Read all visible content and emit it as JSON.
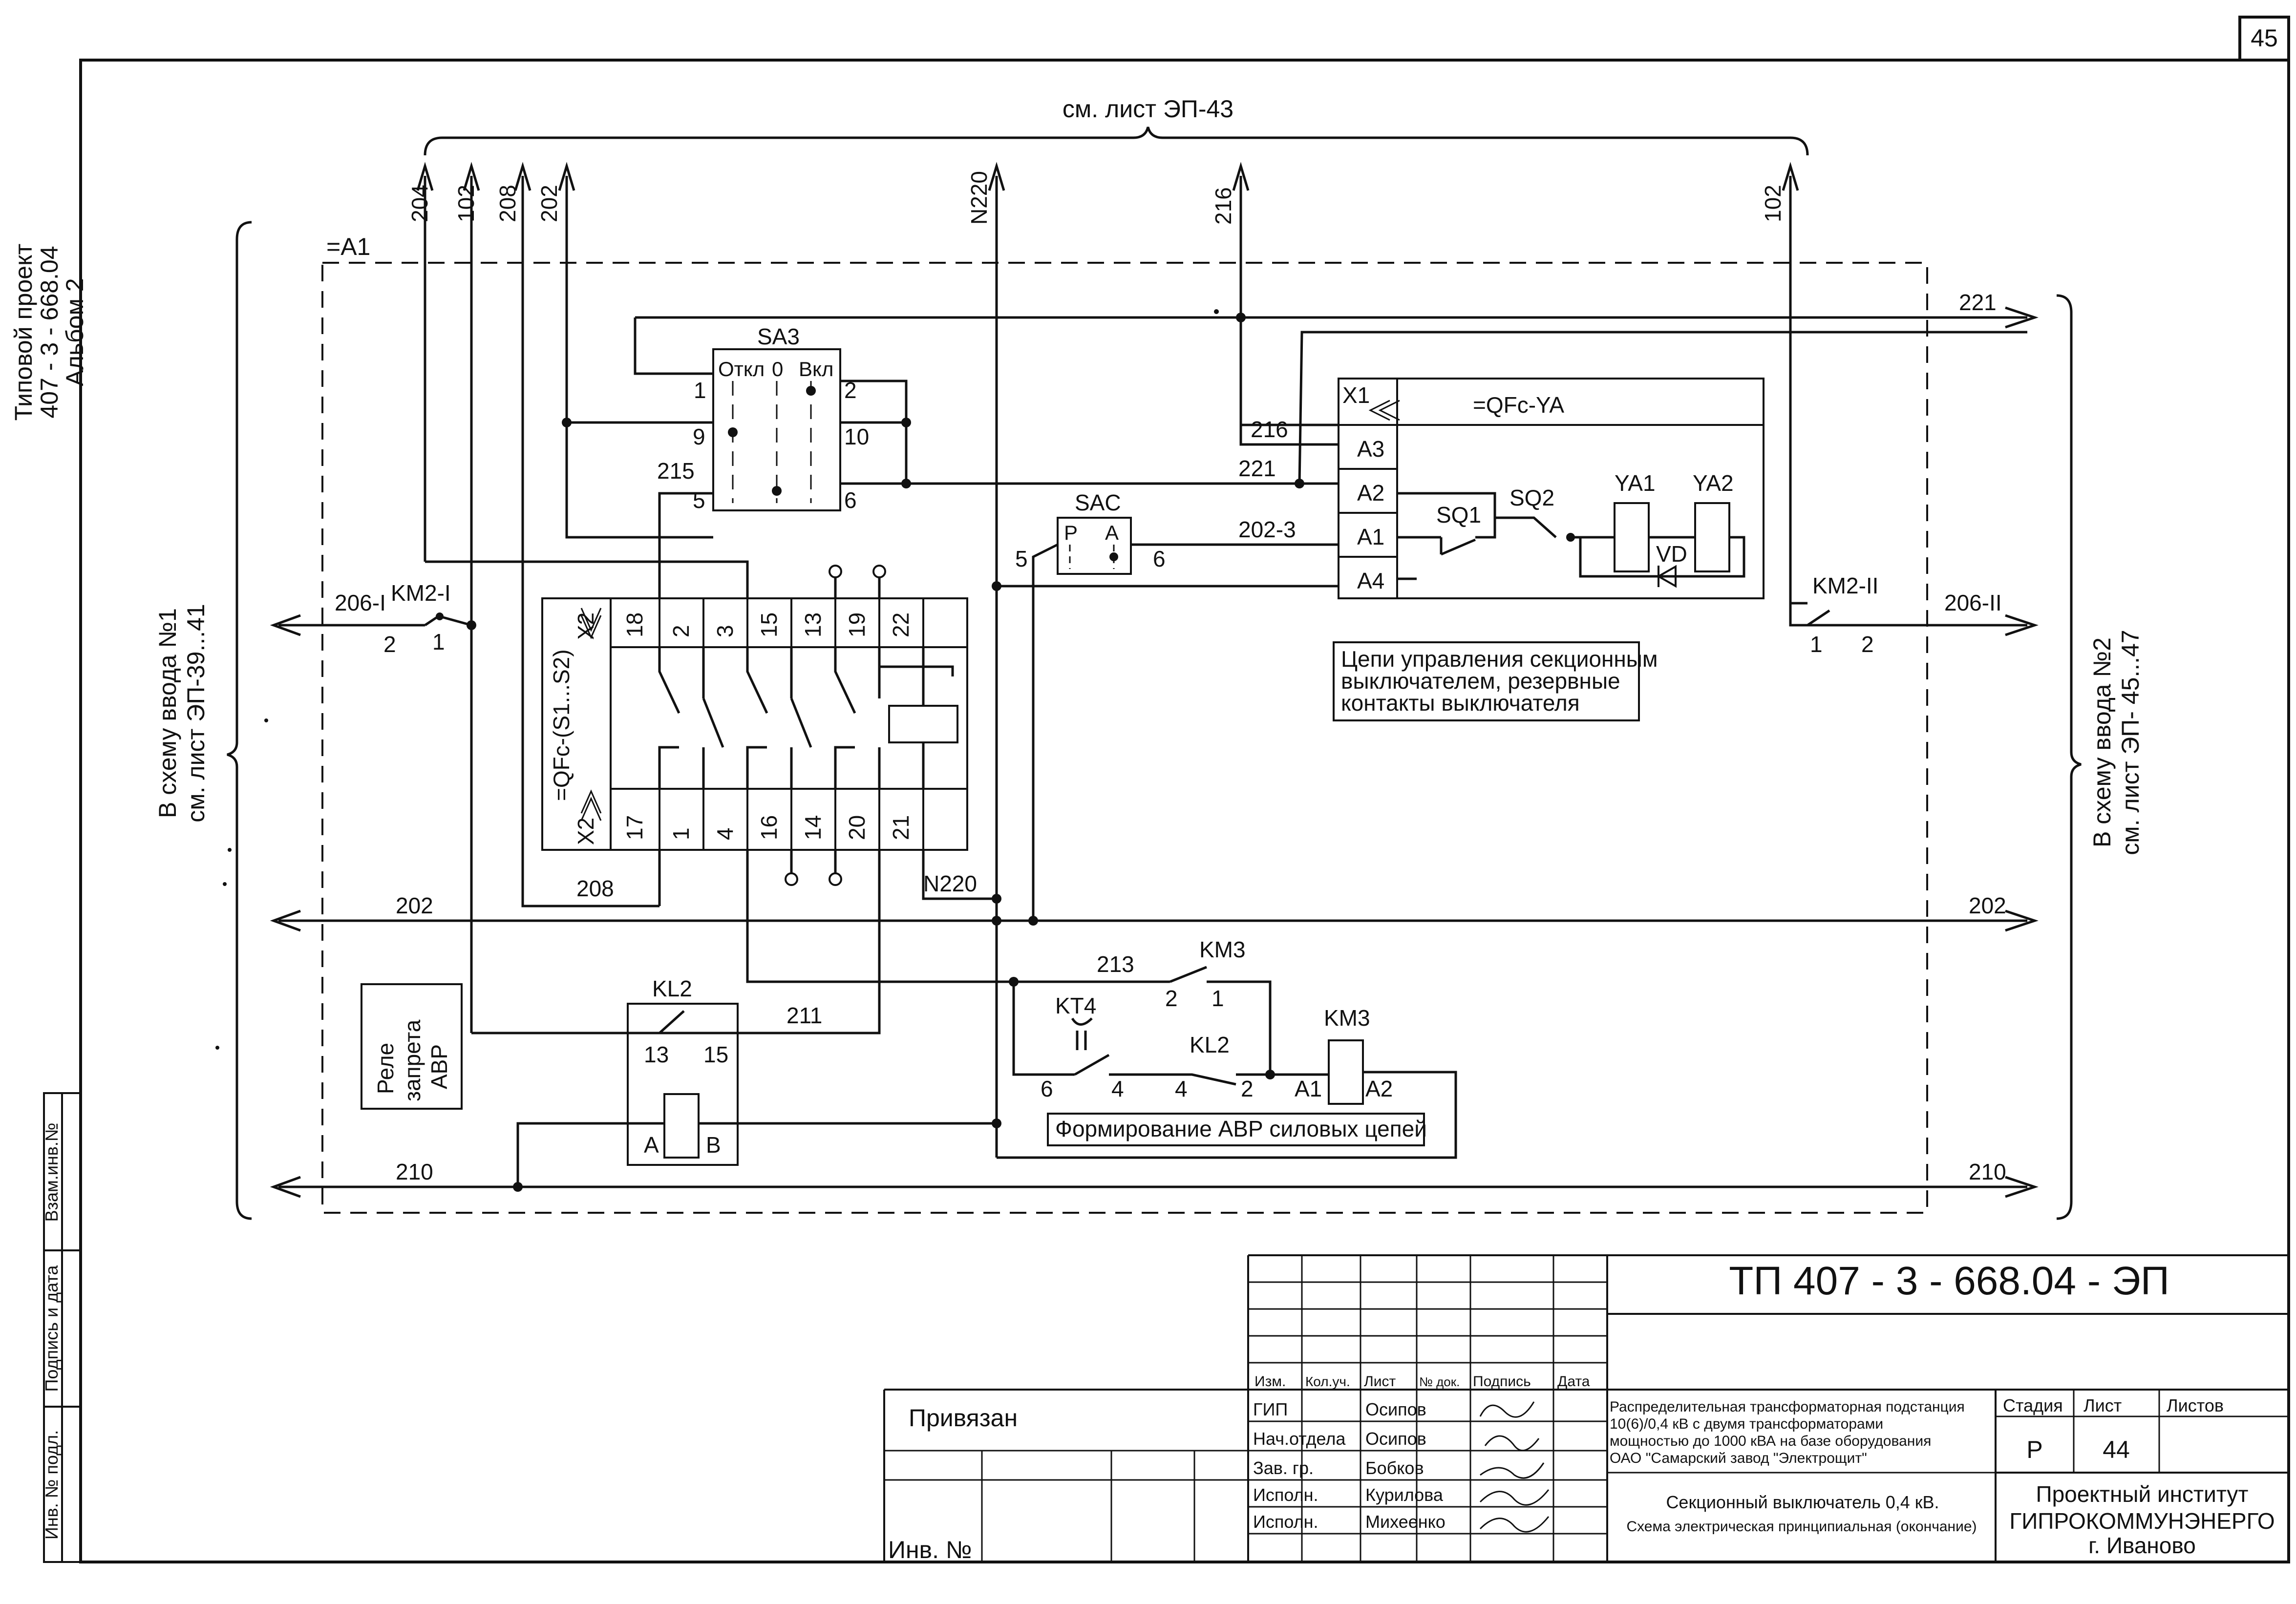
{
  "sheet": {
    "page_number": "45",
    "designation": "ТП  407 - 3 - 668.04 - ЭП",
    "left_stamp": [
      "Типовой проект",
      "407 - 3 - 668.04",
      "Альбом 2"
    ],
    "left_strip": [
      "Взам.инв.№",
      "Подпись и дата",
      "Инв. № подл."
    ]
  },
  "diagram": {
    "top_ref": "см. лист ЭП-43",
    "group_label": "=A1",
    "left_side_ref": [
      "В схему ввода №1",
      "см. лист ЭП-39...41"
    ],
    "right_side_ref": [
      "В схему ввода №2",
      "см. лист ЭП- 45...47"
    ],
    "top_wires": [
      "204",
      "102",
      "208",
      "202",
      "N220",
      "216",
      "102"
    ],
    "sa3": {
      "name": "SA3",
      "pos_off": "Откл",
      "pos_zero": "0",
      "pos_on": "Вкл",
      "pins": [
        "1",
        "9",
        "5",
        "2",
        "10",
        "6"
      ]
    },
    "wire_labels": {
      "w215": "215",
      "w216": "216",
      "w221": "221",
      "w202_3": "202-3",
      "w221_out": "221",
      "w206_1": "206-I",
      "w206_2": "206-II",
      "w202_left": "202",
      "w202_right": "202",
      "w208": "208",
      "wN220": "N220",
      "w213": "213",
      "w211": "211",
      "w210_left": "210",
      "w210_right": "210"
    },
    "sac": {
      "name": "SAC",
      "p": "P",
      "a": "A",
      "pin_left": "5",
      "pin_right": "6"
    },
    "yablock": {
      "name": "=QFc-YA",
      "connector": "X1",
      "pins": [
        "A3",
        "A2",
        "A1",
        "A4"
      ],
      "sq1": "SQ1",
      "sq2": "SQ2",
      "ya1": "YA1",
      "ya2": "YA2",
      "vd": "VD"
    },
    "yablock_note": [
      "Цепи управления секционным",
      "выключателем, резервные",
      "контакты выключателя"
    ],
    "km2_1": {
      "name": "KM2-I",
      "pin_a": "2",
      "pin_b": "1"
    },
    "km2_2": {
      "name": "KM2-II",
      "pin_a": "1",
      "pin_b": "2"
    },
    "aux": {
      "name": "=QFc-(S1...S2)",
      "x2_top": "X2",
      "x2_bot": "X2",
      "top_pins": [
        "18",
        "2",
        "3",
        "15",
        "13",
        "19",
        "22"
      ],
      "bot_pins": [
        "17",
        "1",
        "4",
        "16",
        "14",
        "20",
        "21"
      ]
    },
    "relay_box": [
      "Реле",
      "запрета",
      "АВР"
    ],
    "kl2_block": {
      "name": "KL2",
      "pin13": "13",
      "pin15": "15",
      "coil_a": "A",
      "coil_b": "B"
    },
    "avr": {
      "km3_contact": "KM3",
      "km3_p2": "2",
      "km3_p1": "1",
      "kt4": "KT4",
      "kt4_p6": "6",
      "kt4_p4": "4",
      "kl2": "KL2",
      "kl2_p4": "4",
      "kl2_p2": "2",
      "km3_coil": "KM3",
      "a1": "A1",
      "a2": "A2",
      "caption": "Формирование АВР силовых цепей"
    }
  },
  "title_block": {
    "privyazan": "Привязан",
    "inv_no": "Инв. №",
    "headers": [
      "Изм.",
      "Кол.уч.",
      "Лист",
      "№ док.",
      "Подпись",
      "Дата"
    ],
    "staff": [
      {
        "role": "ГИП",
        "name": "Осипов"
      },
      {
        "role": "Нач.отдела",
        "name": "Осипов"
      },
      {
        "role": "Зав. гр.",
        "name": "Бобков"
      },
      {
        "role": "Исполн.",
        "name": "Курилова"
      },
      {
        "role": "Исполн.",
        "name": "Михеенко"
      }
    ],
    "project_desc": [
      "Распределительная трансформаторная подстанция",
      "10(6)/0,4 кВ с двумя трансформаторами",
      "мощностью до 1000 кВА на базе оборудования",
      "ОАО \"Самарский завод \"Электрощит\""
    ],
    "sheet_title": [
      "Секционный выключатель 0,4 кВ.",
      "Схема электрическая принципиальная (окончание)"
    ],
    "stage_label": "Стадия",
    "sheet_label": "Лист",
    "sheets_label": "Листов",
    "stage": "Р",
    "sheet": "44",
    "org": [
      "Проектный институт",
      "ГИПРОКОММУНЭНЕРГО",
      "г. Иваново"
    ]
  }
}
